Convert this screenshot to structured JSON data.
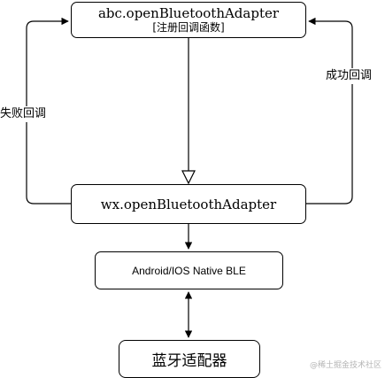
{
  "nodes": {
    "top": {
      "line1": "abc.openBluetoothAdapter",
      "line2": "[注册回调函数]"
    },
    "wx": {
      "label": "wx.openBluetoothAdapter"
    },
    "ble": {
      "label": "Android/IOS Native BLE"
    },
    "adapter": {
      "label": "蓝牙适配器"
    }
  },
  "edges": {
    "fail_label": "失败回调",
    "success_label": "成功回调"
  },
  "watermark": "@稀土掘金技术社区"
}
